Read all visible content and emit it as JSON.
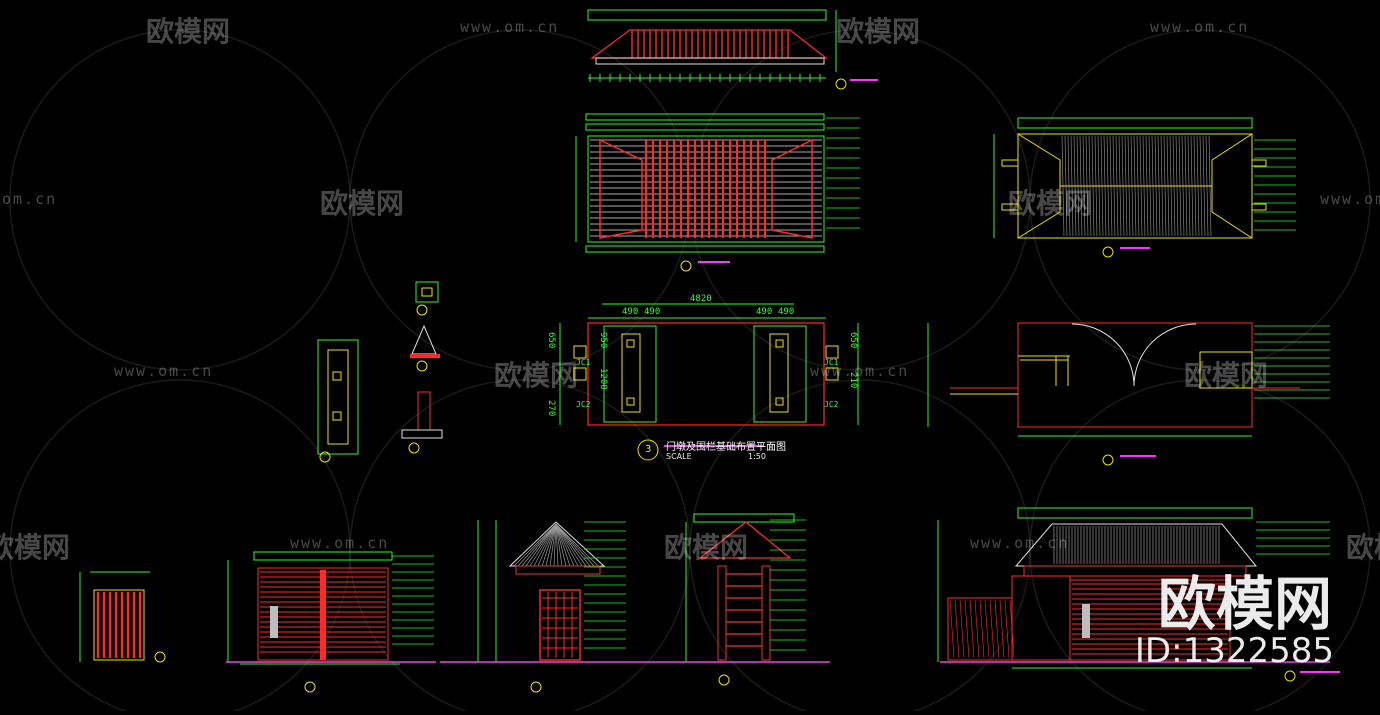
{
  "watermark": {
    "brand": "欧模网",
    "url": "www.om.cn",
    "url_short": "om.cn",
    "id_label": "ID:1322585"
  },
  "drawing": {
    "plan3_title": "门墩及围栏基础布置平面图",
    "plan3_scale_prefix": "SCALE",
    "plan3_scale": "1:50",
    "plan3_number": "3",
    "plan3_width_dim": "4820",
    "plan3_dims_top": [
      "490",
      "490",
      "490",
      "490"
    ],
    "plan3_dims_side": [
      "1200",
      "950",
      "270",
      "210",
      "650",
      "650"
    ],
    "plan3_tags": [
      "JC1",
      "JC2",
      "JC1",
      "JC2"
    ]
  },
  "colors": {
    "line_green": "#22ff22",
    "line_red": "#ff2a2a",
    "line_yellow": "#f0e000",
    "line_white": "#e0e0e0",
    "line_magenta": "#ff33ff"
  }
}
